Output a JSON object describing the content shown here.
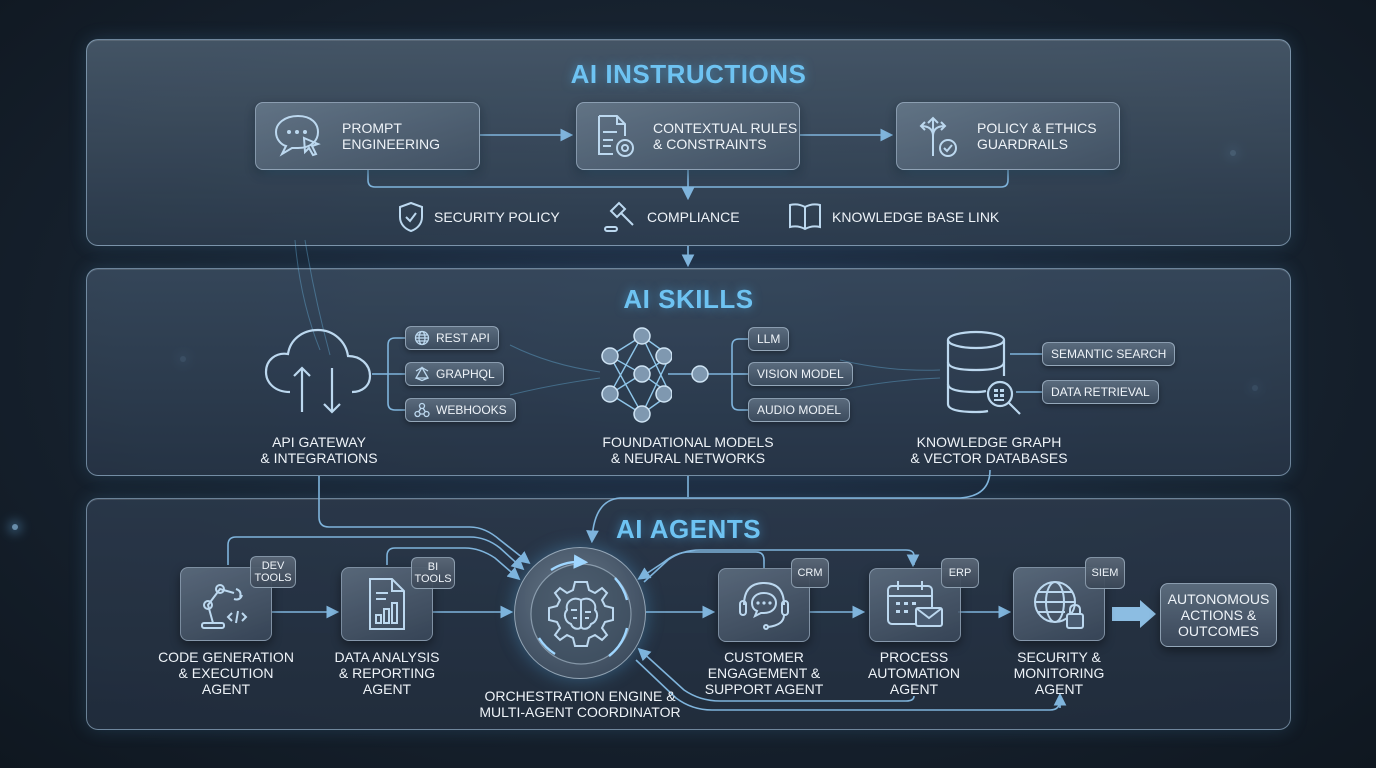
{
  "colors": {
    "accent": "#6ec3f2",
    "wire": "#7fb4dc",
    "background": "#17222f"
  },
  "instructions": {
    "title": "AI INSTRUCTIONS",
    "cards": [
      {
        "line1": "PROMPT",
        "line2": "ENGINEERING",
        "icon": "chat-cursor-icon"
      },
      {
        "line1": "CONTEXTUAL RULES",
        "line2": "& CONSTRAINTS",
        "icon": "document-gear-icon"
      },
      {
        "line1": "POLICY & ETHICS",
        "line2": "GUARDRAILS",
        "icon": "fork-arrows-check-icon"
      }
    ],
    "items": [
      {
        "label": "SECURITY POLICY",
        "icon": "shield-check-icon"
      },
      {
        "label": "COMPLIANCE",
        "icon": "gavel-icon"
      },
      {
        "label": "KNOWLEDGE BASE LINK",
        "icon": "open-book-icon"
      }
    ]
  },
  "skills": {
    "title": "AI SKILLS",
    "groups": [
      {
        "caption1": "API GATEWAY",
        "caption2": "& INTEGRATIONS",
        "icon": "cloud-sync-icon",
        "pills": [
          "REST API",
          "GRAPHQL",
          "WEBHOOKS"
        ]
      },
      {
        "caption1": "FOUNDATIONAL MODELS",
        "caption2": "& NEURAL NETWORKS",
        "icon": "neural-network-icon",
        "pills": [
          "LLM",
          "VISION MODEL",
          "AUDIO MODEL"
        ]
      },
      {
        "caption1": "KNOWLEDGE GRAPH",
        "caption2": "& VECTOR DATABASES",
        "icon": "database-search-icon",
        "pills": [
          "SEMANTIC SEARCH",
          "DATA RETRIEVAL"
        ]
      }
    ]
  },
  "agents": {
    "title": "AI AGENTS",
    "list": [
      {
        "tag1": "DEV",
        "tag2": "TOOLS",
        "l1": "CODE GENERATION",
        "l2": "& EXECUTION",
        "l3": "AGENT",
        "icon": "robot-arm-code-icon"
      },
      {
        "tag1": "BI",
        "tag2": "TOOLS",
        "l1": "DATA ANALYSIS",
        "l2": "& REPORTING",
        "l3": "AGENT",
        "icon": "report-chart-icon"
      },
      {
        "tag1": "CRM",
        "tag2": "",
        "l1": "CUSTOMER",
        "l2": "ENGAGEMENT &",
        "l3": "SUPPORT AGENT",
        "icon": "headset-chat-icon"
      },
      {
        "tag1": "ERP",
        "tag2": "",
        "l1": "PROCESS",
        "l2": "AUTOMATION",
        "l3": "AGENT",
        "icon": "calendar-mail-icon"
      },
      {
        "tag1": "SIEM",
        "tag2": "",
        "l1": "SECURITY &",
        "l2": "MONITORING",
        "l3": "AGENT",
        "icon": "globe-lock-icon"
      }
    ],
    "orchestrator": {
      "l1": "ORCHESTRATION ENGINE &",
      "l2": "MULTI-AGENT COORDINATOR",
      "icon": "gear-brain-icon"
    },
    "outcome": {
      "l1": "AUTONOMOUS",
      "l2": "ACTIONS &",
      "l3": "OUTCOMES"
    }
  }
}
